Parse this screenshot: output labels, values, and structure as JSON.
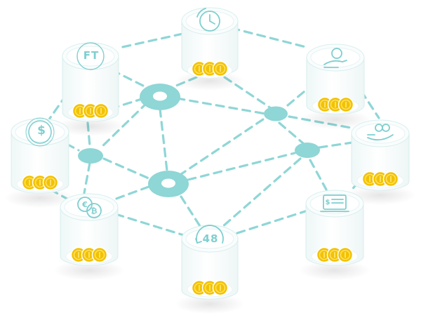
{
  "colors": {
    "teal": "#8fd6d6",
    "teal_dark": "#5fbcbc",
    "cylinder_fill": "#ffffff",
    "cylinder_edge": "#d8eeee",
    "coin": "#f2c200",
    "coin_ring": "#ffe066",
    "coin_dark": "#d9a800"
  },
  "diagram": {
    "title": "",
    "nodes": [
      {
        "id": "clock",
        "icon": "clock-icon",
        "label": ""
      },
      {
        "id": "ft",
        "icon": "ft-token-icon",
        "label": "FT"
      },
      {
        "id": "hand-coin",
        "icon": "hand-giving-coin-icon",
        "label": ""
      },
      {
        "id": "dollar",
        "icon": "dollar-coin-icon",
        "label": "$"
      },
      {
        "id": "palm-coins",
        "icon": "palm-with-coins-icon",
        "label": ""
      },
      {
        "id": "euro-bitcoin",
        "icon": "euro-bitcoin-icon",
        "label": ""
      },
      {
        "id": "laptop-dollar",
        "icon": "laptop-dollar-icon",
        "label": ""
      },
      {
        "id": "timer-48",
        "icon": "timer-48-icon",
        "label": "48"
      }
    ],
    "hubs": [
      {
        "id": "hub-ring-1",
        "icon": "hub-ring-icon"
      },
      {
        "id": "hub-ring-2",
        "icon": "hub-ring-icon"
      },
      {
        "id": "hub-dot-1",
        "icon": "hub-dot-icon"
      },
      {
        "id": "hub-dot-2",
        "icon": "hub-dot-icon"
      },
      {
        "id": "hub-dot-3",
        "icon": "hub-dot-icon"
      }
    ]
  }
}
